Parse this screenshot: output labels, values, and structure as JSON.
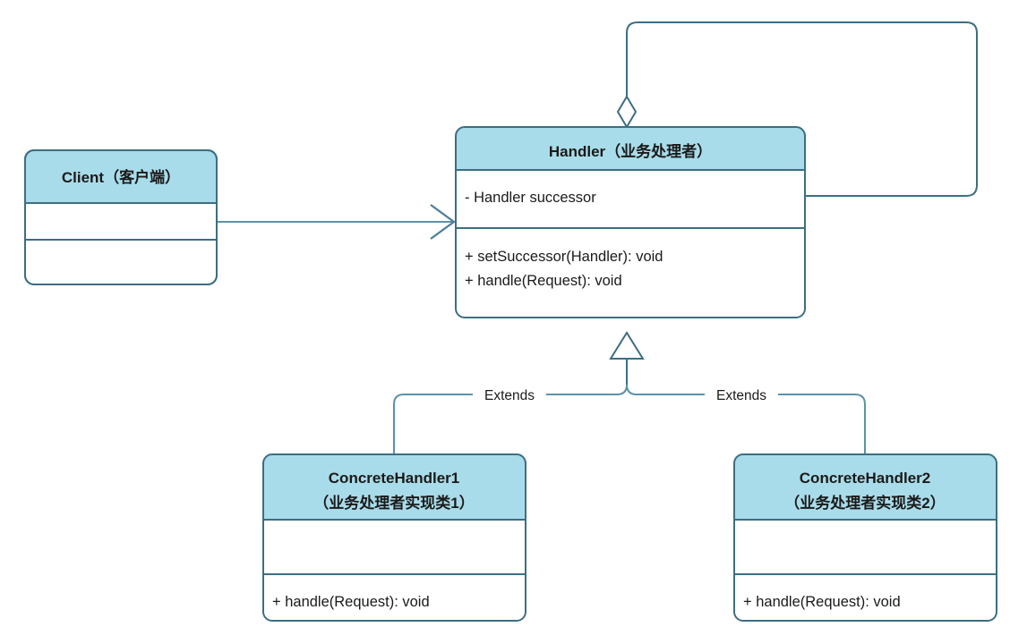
{
  "diagram": {
    "type": "uml-class-diagram",
    "title": "Chain of Responsibility pattern class diagram",
    "colors": {
      "header_fill": "#a9dcea",
      "body_fill": "#ffffff",
      "border": "#3d6e82",
      "connector": "#5b92a8",
      "text": "#1a1a1a"
    },
    "classes": [
      {
        "id": "client",
        "name_en": "Client",
        "name_cn": "（客户端）",
        "title": "Client（客户端）",
        "attributes": [],
        "operations": []
      },
      {
        "id": "handler",
        "name_en": "Handler",
        "name_cn": "（业务处理者）",
        "title": "Handler（业务处理者）",
        "attributes": [
          "- Handler successor"
        ],
        "operations": [
          "+ setSuccessor(Handler): void",
          "+ handle(Request): void"
        ]
      },
      {
        "id": "concrete-handler-1",
        "name_en": "ConcreteHandler1",
        "name_cn": "（业务处理者实现类1）",
        "title": "ConcreteHandler1（业务处理者实现类1）",
        "attributes": [],
        "operations": [
          "+ handle(Request): void"
        ]
      },
      {
        "id": "concrete-handler-2",
        "name_en": "ConcreteHandler2",
        "name_cn": "（业务处理者实现类2）",
        "title": "ConcreteHandler2（业务处理者实现类2）",
        "attributes": [],
        "operations": [
          "+ handle(Request): void"
        ]
      }
    ],
    "relationships": [
      {
        "id": "client-to-handler",
        "kind": "association",
        "from": "client",
        "to": "handler",
        "label": "",
        "arrow": "open-arrow"
      },
      {
        "id": "handler-self-aggregation",
        "kind": "aggregation",
        "from": "handler",
        "to": "handler",
        "label": "",
        "arrow": "hollow-diamond"
      },
      {
        "id": "ch1-extends-handler",
        "kind": "generalization",
        "from": "concrete-handler-1",
        "to": "handler",
        "label": "Extends",
        "arrow": "hollow-triangle"
      },
      {
        "id": "ch2-extends-handler",
        "kind": "generalization",
        "from": "concrete-handler-2",
        "to": "handler",
        "label": "Extends",
        "arrow": "hollow-triangle"
      }
    ]
  }
}
